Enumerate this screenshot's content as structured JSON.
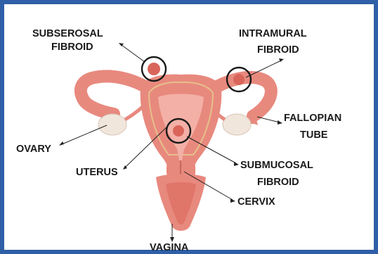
{
  "labels": {
    "subserosal_fibroid": [
      "SUBSEROSAL",
      "FIBROID"
    ],
    "intramural_fibroid": [
      "INTRAMURAL",
      "FIBROID"
    ],
    "fallopian_tube": [
      "FALLOPIAN",
      "TUBE"
    ],
    "ovary": "OVARY",
    "uterus": "UTERUS",
    "submucosal_fibroid": [
      "SUBMUCOSAL",
      "FIBROID"
    ],
    "cervix": "CERVIX",
    "vagina": "VAGINA"
  },
  "colors": {
    "border": "#2f5fa6",
    "tissue": "#e8897e",
    "tissue_light": "#f3b0a6",
    "tissue_dark": "#c9665c",
    "lining": "#f6d6cd",
    "ovary": "#f0e6dc",
    "fibroid": "#d9655a",
    "band": "#e6c08a"
  }
}
